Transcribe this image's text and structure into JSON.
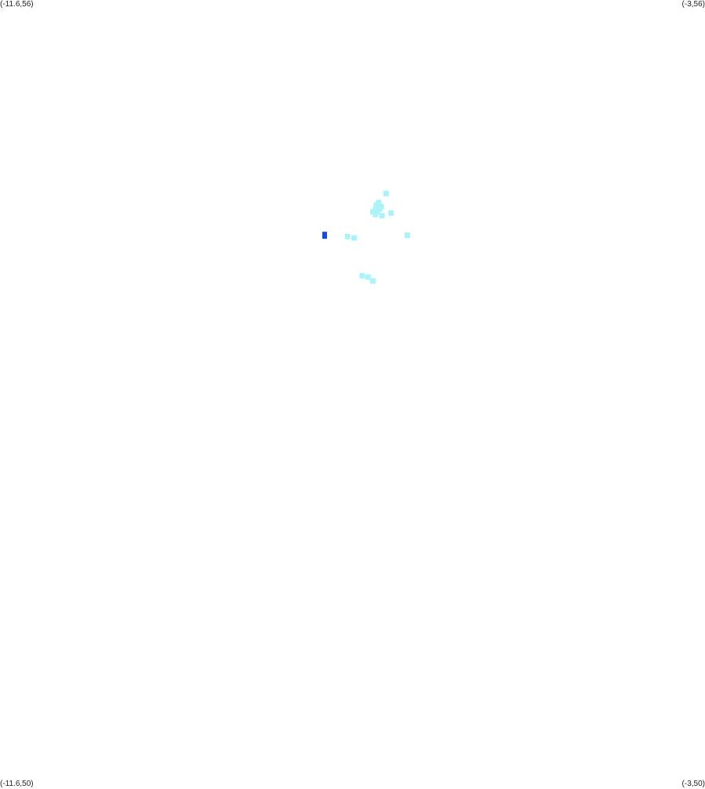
{
  "corners": {
    "top_left": "(-11.6,56)",
    "top_right": "(-3,56)",
    "bottom_left": "(-11.6,50)",
    "bottom_right": "(-3,50)"
  },
  "extent": {
    "lon_min": -11.6,
    "lon_max": -3,
    "lat_min": 50,
    "lat_max": 56
  },
  "colors": {
    "light_points": "#aaf3f8",
    "dark_point": "#1848e8",
    "background": "#ffffff"
  },
  "points": [
    {
      "lon": -6.89,
      "lat": 54.52,
      "color": "light"
    },
    {
      "lon": -6.94,
      "lat": 54.35,
      "color": "light"
    },
    {
      "lon": -7.02,
      "lat": 54.4,
      "color": "light"
    },
    {
      "lon": -7.0,
      "lat": 54.38,
      "color": "light"
    },
    {
      "lon": -6.97,
      "lat": 54.4,
      "color": "light"
    },
    {
      "lon": -7.05,
      "lat": 54.38,
      "color": "light"
    },
    {
      "lon": -7.02,
      "lat": 54.36,
      "color": "light"
    },
    {
      "lon": -6.95,
      "lat": 54.42,
      "color": "light"
    },
    {
      "lon": -6.98,
      "lat": 54.45,
      "color": "light"
    },
    {
      "lon": -7.01,
      "lat": 54.43,
      "color": "light"
    },
    {
      "lon": -6.83,
      "lat": 54.37,
      "color": "light"
    },
    {
      "lon": -6.63,
      "lat": 54.2,
      "color": "light"
    },
    {
      "lon": -7.36,
      "lat": 54.19,
      "color": "light"
    },
    {
      "lon": -7.28,
      "lat": 54.18,
      "color": "light"
    },
    {
      "lon": -7.18,
      "lat": 53.89,
      "color": "light"
    },
    {
      "lon": -7.05,
      "lat": 53.85,
      "color": "light"
    },
    {
      "lon": -7.11,
      "lat": 53.88,
      "color": "light"
    },
    {
      "lon": -7.64,
      "lat": 54.2,
      "color": "dark"
    }
  ]
}
